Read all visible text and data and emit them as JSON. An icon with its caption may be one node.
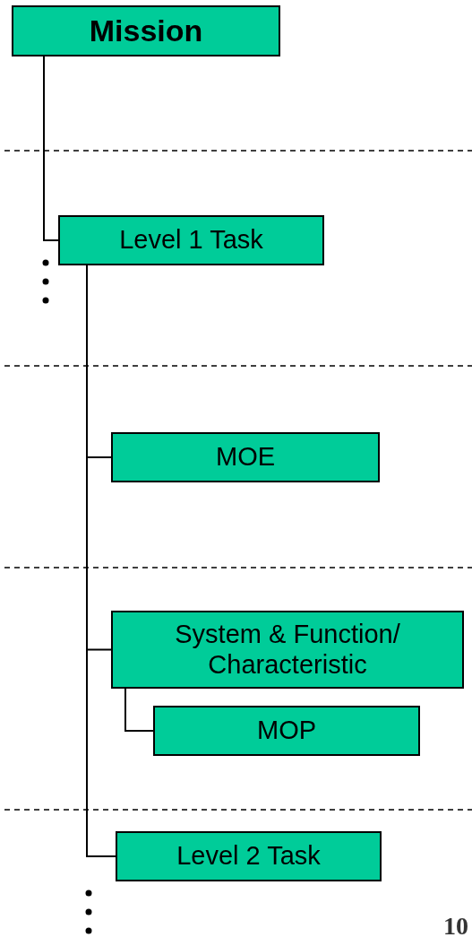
{
  "diagram": {
    "nodes": [
      {
        "text": [
          "Mission"
        ]
      },
      {
        "text": [
          "Level 1 Task"
        ]
      },
      {
        "text": [
          "MOE"
        ]
      },
      {
        "text": [
          "System & Function/ Characteristic"
        ]
      },
      {
        "text": [
          "MOP"
        ]
      },
      {
        "text": [
          "Level 2 Task"
        ]
      }
    ],
    "edges": [
      {
        "from": 0,
        "to": 1,
        "arrow": "none"
      },
      {
        "from": 1,
        "to": 2,
        "arrow": "none"
      },
      {
        "from": 1,
        "to": 3,
        "arrow": "none"
      },
      {
        "from": 1,
        "to": 5,
        "arrow": "none"
      },
      {
        "from": 3,
        "to": 4,
        "arrow": "none"
      }
    ],
    "labels": [
      "10"
    ]
  }
}
